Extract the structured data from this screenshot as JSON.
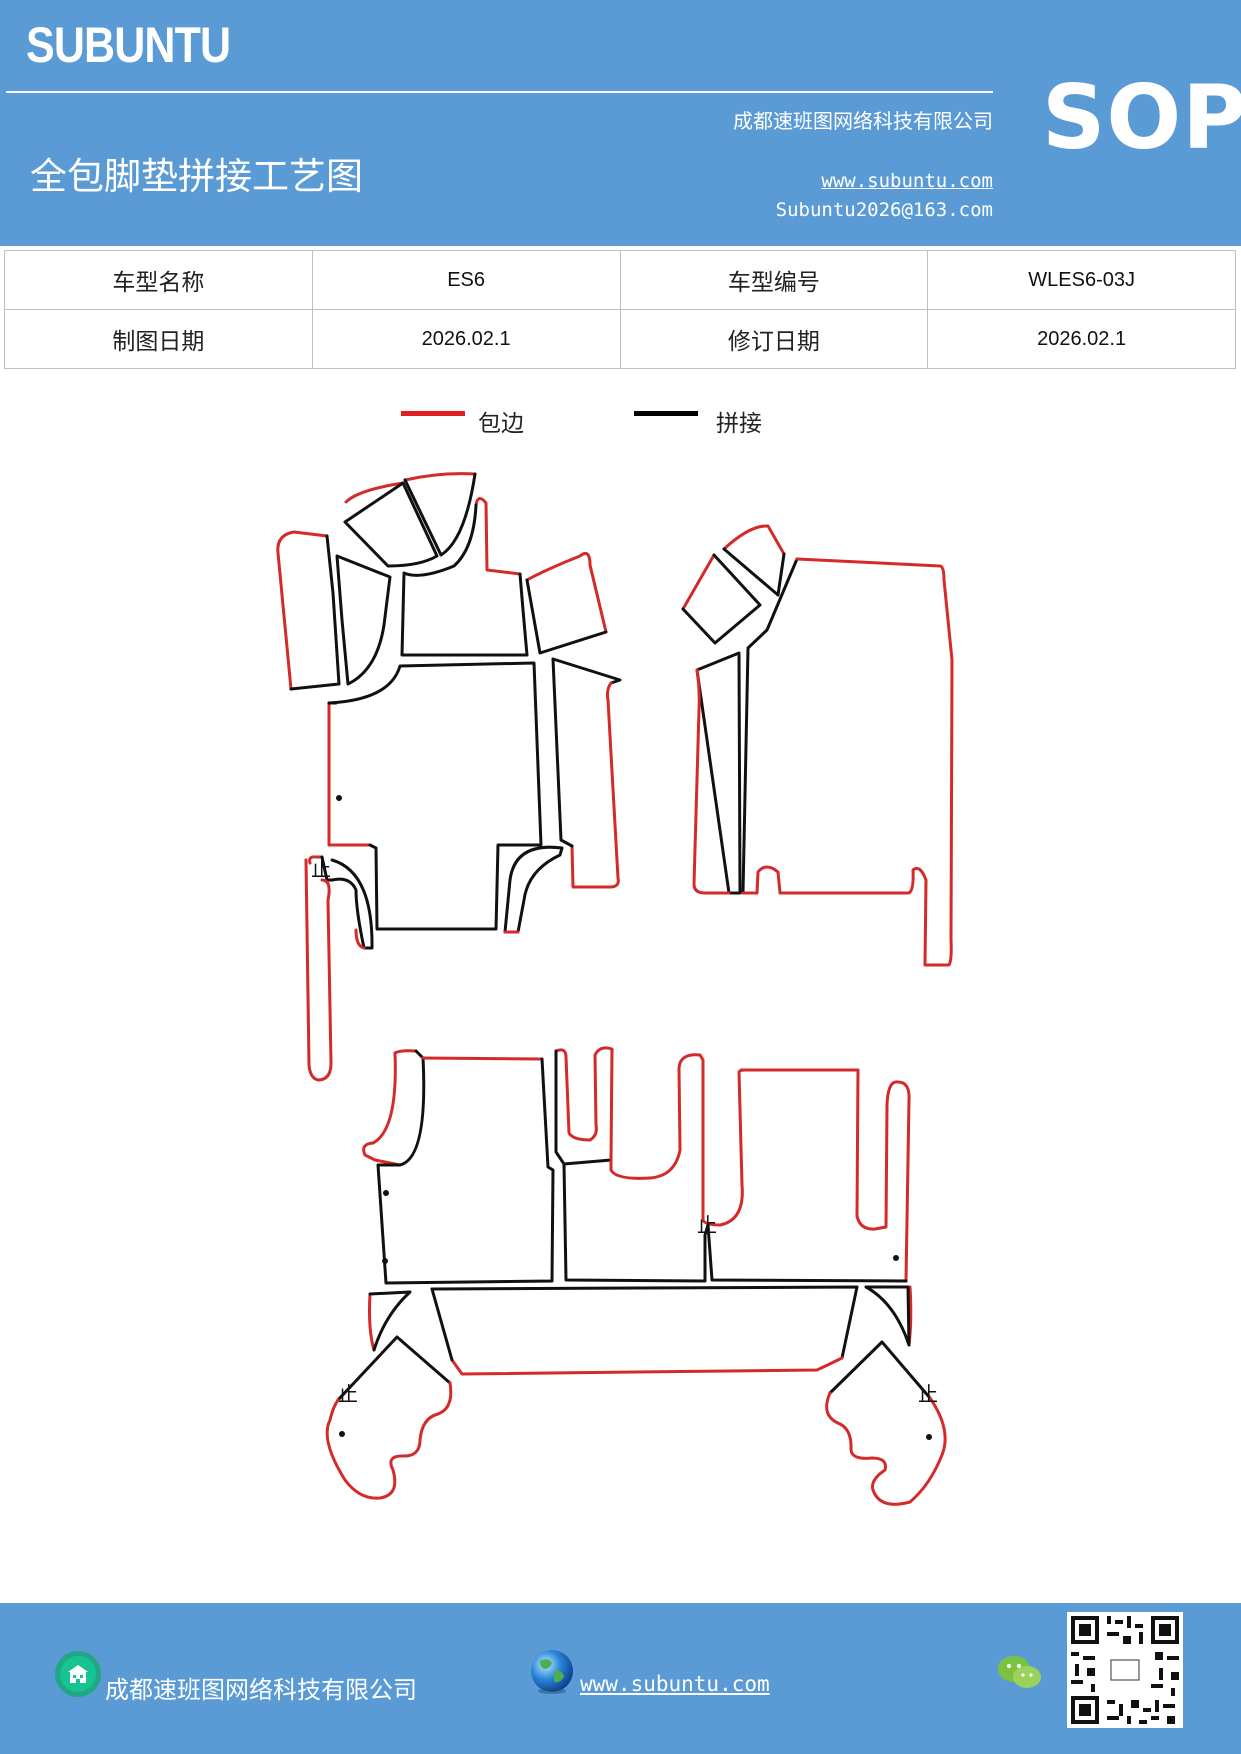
{
  "header": {
    "brand": "SUBUNTU",
    "badge": "SOP",
    "company": "成都速班图网络科技有限公司",
    "title": "全包脚垫拼接工艺图",
    "website": "www.subuntu.com",
    "email": "Subuntu2026@163.com",
    "background_color": "#5b9bd5"
  },
  "info_table": {
    "row1": {
      "label1": "车型名称",
      "value1": "ES6",
      "label2": "车型编号",
      "value2": "WLES6-03J"
    },
    "row2": {
      "label1": "制图日期",
      "value1": "2026.02.1",
      "label2": "修订日期",
      "value2": "2026.02.1"
    }
  },
  "legend": {
    "items": [
      {
        "label": "包边",
        "color": "#e02020"
      },
      {
        "label": "拼接",
        "color": "#000000"
      }
    ]
  },
  "diagram": {
    "edge_color": "#d42a2a",
    "seam_color": "#111111",
    "stop_mark": "止"
  },
  "footer": {
    "company": "成都速班图网络科技有限公司",
    "website": "www.subuntu.com",
    "icons": [
      "building-icon",
      "globe-icon",
      "wechat-icon",
      "qr-code"
    ]
  }
}
